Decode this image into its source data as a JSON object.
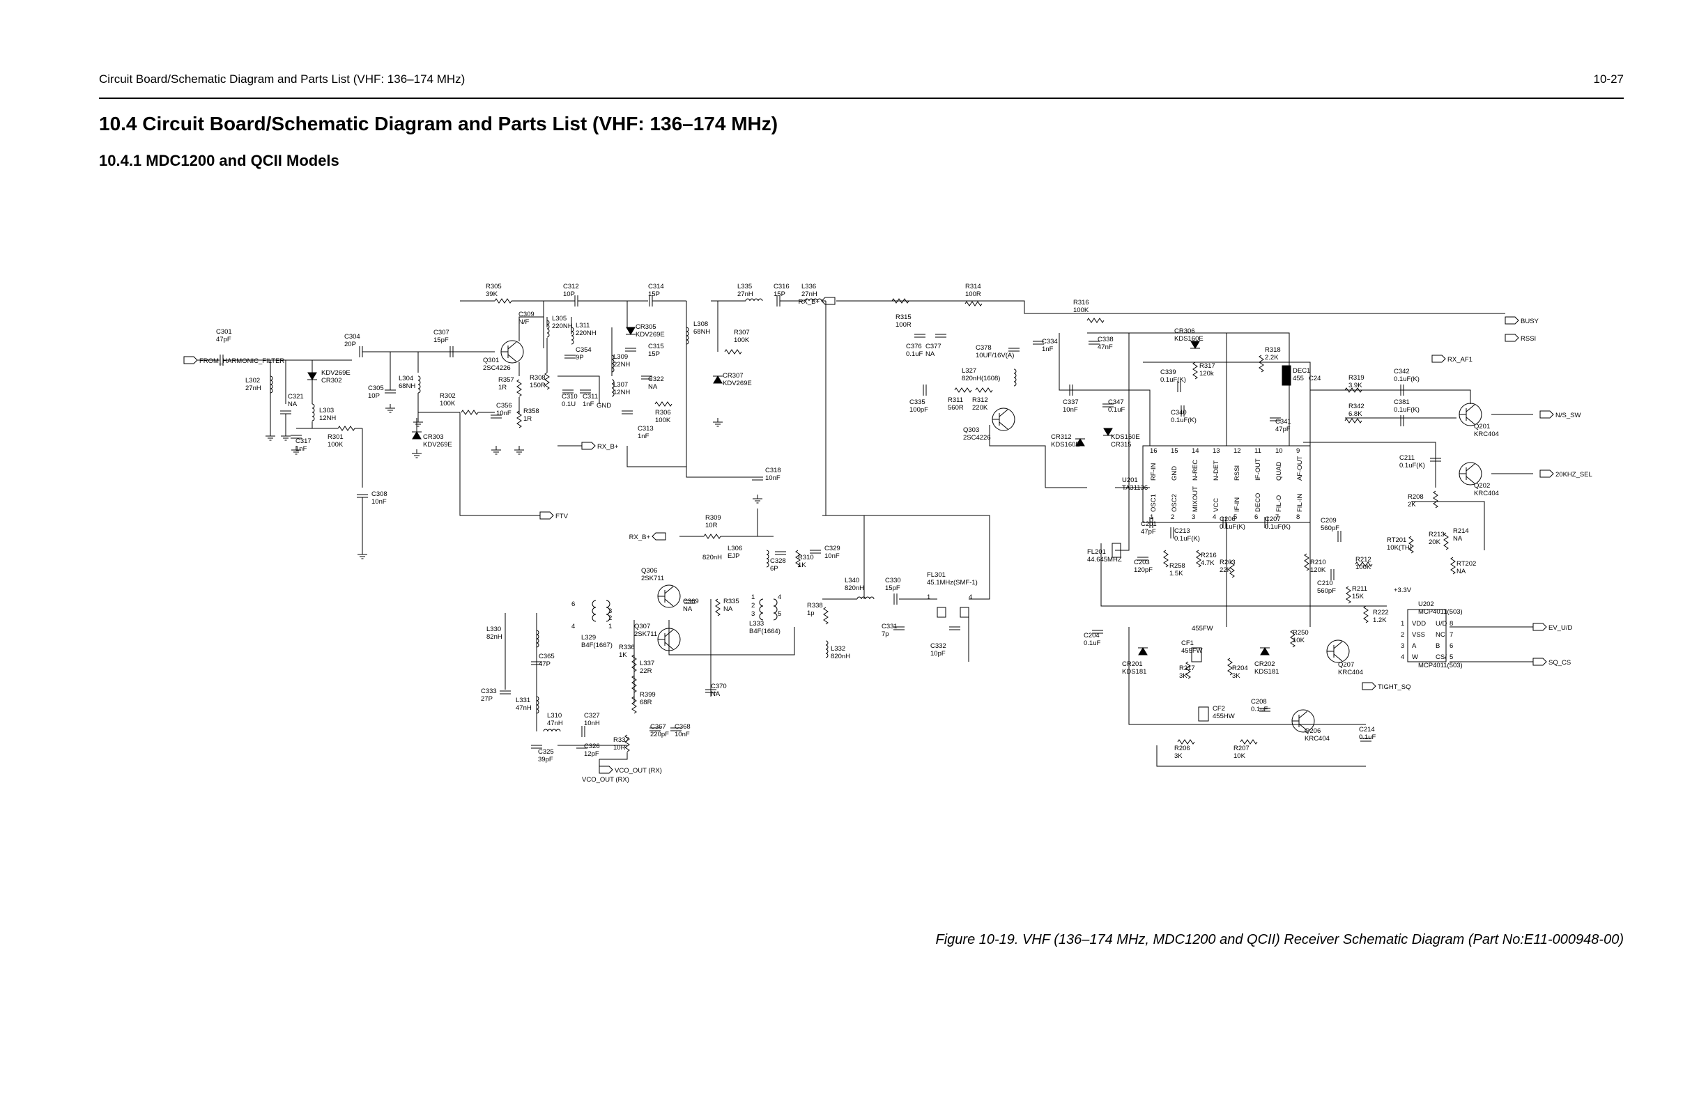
{
  "page": {
    "header_left": "Circuit Board/Schematic Diagram and Parts List (VHF: 136–174 MHz)",
    "header_right": "10-27",
    "section_title": "10.4  Circuit Board/Schematic Diagram and Parts List (VHF: 136–174 MHz)",
    "subsection_title": "10.4.1  MDC1200 and QCII Models",
    "caption": "Figure 10-19. VHF (136–174 MHz, MDC1200 and QCII) Receiver Schematic Diagram (Part No:E11-000948-00)"
  },
  "ports": {
    "from_harmonic_filter": "FROM_HARMONIC_FILTER",
    "rx_b1": "RX_B+",
    "rx_b2": "RX_B+",
    "rx_b3": "RX_B+",
    "ftv": "FTV",
    "vco_out": "VCO_OUT (RX)",
    "busy": "BUSY",
    "rssi": "RSSI",
    "rx_af1": "RX_AF1",
    "n_s_sw": "N/S_SW",
    "khz_sel": "20KHZ_SEL",
    "ev_ud": "EV_U/D",
    "sq_cs": "SQ_CS",
    "tight_sq": "TIGHT_SQ",
    "v33": "+3.3V"
  },
  "components": {
    "c301": [
      "C301",
      "47pF"
    ],
    "l302": [
      "L302",
      "27nH"
    ],
    "c321": [
      "C321",
      "NA"
    ],
    "cr302": [
      "KDV269E",
      "CR302"
    ],
    "l303": [
      "L303",
      "12NH"
    ],
    "c317": [
      "C317",
      "1nF"
    ],
    "r301": [
      "R301",
      "100K"
    ],
    "c304": [
      "C304",
      "20P"
    ],
    "c305": [
      "C305",
      "10P"
    ],
    "c308": [
      "C308",
      "10nF"
    ],
    "l304": [
      "L304",
      "68NH"
    ],
    "cr303": [
      "CR303",
      "KDV269E"
    ],
    "c307": [
      "C307",
      "15pF"
    ],
    "r302": [
      "R302",
      "100K"
    ],
    "r305": [
      "R305",
      "39K"
    ],
    "c309": [
      "C309",
      "N/F"
    ],
    "q301": [
      "Q301",
      "2SC4226"
    ],
    "r357": [
      "R357",
      "1R"
    ],
    "r358": [
      "R358",
      "1R"
    ],
    "c356": [
      "C356",
      "10nF"
    ],
    "l305": [
      "L305",
      "220NH"
    ],
    "r308": [
      "R308",
      "150R"
    ],
    "c312": [
      "C312",
      "10P"
    ],
    "l311": [
      "L311",
      "220NH"
    ],
    "c354": [
      "C354",
      "9P"
    ],
    "c310": [
      "C310",
      "0.1U"
    ],
    "c311": [
      "C311",
      "1nF"
    ],
    "gnd": [
      "GND"
    ],
    "c314": [
      "C314",
      "15P"
    ],
    "cr305": [
      "CR305",
      "KDV269E"
    ],
    "c315": [
      "C315",
      "15P"
    ],
    "l309": [
      "L309",
      "22NH"
    ],
    "l307": [
      "L307",
      "12NH"
    ],
    "c322": [
      "C322",
      "NA"
    ],
    "c313": [
      "C313",
      "1nF"
    ],
    "r306": [
      "R306",
      "100K"
    ],
    "l308": [
      "L308",
      "68NH"
    ],
    "l335": [
      "L335",
      "27nH"
    ],
    "c316": [
      "C316",
      "15P"
    ],
    "l336": [
      "L336",
      "27nH"
    ],
    "r307": [
      "R307",
      "100K"
    ],
    "cr307": [
      "CR307",
      "KDV269E"
    ],
    "c318": [
      "C318",
      "10nF"
    ],
    "r309": [
      "R309",
      "10R"
    ],
    "l306": [
      "L306",
      "EJP"
    ],
    "l306b": [
      "820nH"
    ],
    "c328": [
      "C328",
      "6P"
    ],
    "r310": [
      "R310",
      "1K"
    ],
    "c329": [
      "C329",
      "10nF"
    ],
    "q306": [
      "Q306",
      "2SK711"
    ],
    "c369": [
      "C369",
      "NA"
    ],
    "r335": [
      "R335",
      "NA"
    ],
    "q307": [
      "Q307",
      "2SK711"
    ],
    "l329": [
      "L329",
      "B4F(1667)"
    ],
    "l333": [
      "L333",
      "B4F(1664)"
    ],
    "r338": [
      "R338",
      "1p"
    ],
    "l332": [
      "L332",
      "820nH"
    ],
    "l340": [
      "L340",
      "820nH"
    ],
    "c330": [
      "C330",
      "15pF"
    ],
    "fl301": [
      "FL301",
      "45.1MHz(SMF-1)"
    ],
    "c331": [
      "C331",
      "7p"
    ],
    "c332": [
      "C332",
      "10pF"
    ],
    "r336": [
      "R336",
      "1K"
    ],
    "r337b": [
      "L337",
      "22R"
    ],
    "r399": [
      "R399",
      "68R"
    ],
    "c370": [
      "C370",
      "NA"
    ],
    "l330": [
      "L330",
      "82nH"
    ],
    "c365": [
      "C365",
      "47P"
    ],
    "c333": [
      "C333",
      "27P"
    ],
    "l331": [
      "L331",
      "47nH"
    ],
    "l310": [
      "L310",
      "47nH"
    ],
    "c327": [
      "C327",
      "10nH"
    ],
    "c325": [
      "C325",
      "39pF"
    ],
    "c326": [
      "C326",
      "12pF"
    ],
    "r337": [
      "R337",
      "10R"
    ],
    "c367": [
      "C367",
      "220pF"
    ],
    "c368": [
      "C368",
      "10nF"
    ],
    "r314": [
      "R314",
      "100R"
    ],
    "r315": [
      "R315",
      "100R"
    ],
    "c376": [
      "C376",
      "0.1uF"
    ],
    "c377": [
      "C377",
      "NA"
    ],
    "c378": [
      "C378",
      "10UF/16V(A)"
    ],
    "l327": [
      "L327",
      "820nH(1608)"
    ],
    "c335": [
      "C335",
      "100pF"
    ],
    "r311": [
      "R311",
      "560R"
    ],
    "r312": [
      "R312",
      "220K"
    ],
    "q303": [
      "Q303",
      "2SC4226"
    ],
    "c334": [
      "C334",
      "1nF"
    ],
    "r316": [
      "R316",
      "100K"
    ],
    "c338": [
      "C338",
      "47nF"
    ],
    "c337": [
      "C337",
      "10nF"
    ],
    "c347": [
      "C347",
      "0.1uF"
    ],
    "cr312": [
      "CR312",
      "KDS160E"
    ],
    "cr315": [
      "KDS160E",
      "CR315"
    ],
    "cr306": [
      "CR306",
      "KDS160E"
    ],
    "r317": [
      "R317",
      "120k"
    ],
    "c339": [
      "C339",
      "0.1uF(K)"
    ],
    "c340": [
      "C340",
      "0.1uF(K)"
    ],
    "r318": [
      "R318",
      "2.2K"
    ],
    "dec1": [
      "DEC1",
      "455"
    ],
    "c24": [
      "C24"
    ],
    "c341": [
      "C341",
      "47pF"
    ],
    "r319": [
      "R319",
      "3.9K"
    ],
    "r342": [
      "R342",
      "6.8K"
    ],
    "c342": [
      "C342",
      "0.1uF(K)"
    ],
    "c381": [
      "C381",
      "0.1uF(K)"
    ],
    "q201": [
      "Q201",
      "KRC404"
    ],
    "c211": [
      "C211",
      "0.1uF(K)"
    ],
    "q202": [
      "Q202",
      "KRC404"
    ],
    "r208": [
      "R208",
      "2K"
    ],
    "u201": [
      "U201",
      "TA31136"
    ],
    "c201": [
      "C201",
      "47pF"
    ],
    "c213": [
      "C213",
      "0.1uF(K)"
    ],
    "c206": [
      "C206",
      "0.1uF(K)"
    ],
    "c207": [
      "C207",
      "0.1uF(K)"
    ],
    "c209": [
      "C209",
      "560pF"
    ],
    "fl201": [
      "FL201",
      "44.645MHZ"
    ],
    "c203": [
      "C203",
      "120pF"
    ],
    "r258": [
      "R258",
      "1.5K"
    ],
    "r216": [
      "R216",
      "4.7K"
    ],
    "r203": [
      "R203",
      "22K"
    ],
    "r210": [
      "R210",
      "120K"
    ],
    "r212": [
      "R212",
      "100K"
    ],
    "c210": [
      "C210",
      "560pF"
    ],
    "r211": [
      "R211",
      "15K"
    ],
    "r222": [
      "R222",
      "1.2K"
    ],
    "rt201": [
      "RT201",
      "10K(TH)"
    ],
    "r213": [
      "R213",
      "20K"
    ],
    "r214": [
      "R214",
      "NA"
    ],
    "rt202": [
      "RT202",
      "NA"
    ],
    "u202": [
      "U202",
      "MCP4011(503)"
    ],
    "c204": [
      "C204",
      "0.1uF"
    ],
    "cf1": [
      "CF1",
      "455FW"
    ],
    "cr201": [
      "CR201",
      "KDS181"
    ],
    "r217": [
      "R217",
      "3K"
    ],
    "r204": [
      "R204",
      "3K"
    ],
    "cr202": [
      "CR202",
      "KDS181"
    ],
    "r250": [
      "R250",
      "10K"
    ],
    "q207": [
      "Q207",
      "KRC404"
    ],
    "cf2": [
      "CF2",
      "455HW"
    ],
    "c208": [
      "C208",
      "0.1uF"
    ],
    "q206": [
      "Q206",
      "KRC404"
    ],
    "r206": [
      "R206",
      "3K"
    ],
    "r207": [
      "R207",
      "10K"
    ],
    "c214": [
      "C214",
      "0.1uF"
    ]
  },
  "u201_pins": {
    "top": [
      {
        "num": "16",
        "name": "RF-IN"
      },
      {
        "num": "15",
        "name": "GND"
      },
      {
        "num": "14",
        "name": "N-REC"
      },
      {
        "num": "13",
        "name": "N-DET"
      },
      {
        "num": "12",
        "name": "RSSI"
      },
      {
        "num": "11",
        "name": "IF-OUT"
      },
      {
        "num": "10",
        "name": "QUAD"
      },
      {
        "num": "9",
        "name": "AF-OUT"
      }
    ],
    "bottom": [
      {
        "num": "1",
        "name": "OSC1"
      },
      {
        "num": "2",
        "name": "OSC2"
      },
      {
        "num": "3",
        "name": "MIXOUT"
      },
      {
        "num": "4",
        "name": "VCC"
      },
      {
        "num": "5",
        "name": "IF-IN"
      },
      {
        "num": "6",
        "name": "DECO"
      },
      {
        "num": "7",
        "name": "FIL-O"
      },
      {
        "num": "8",
        "name": "FIL-IN"
      }
    ]
  },
  "u202_pins": {
    "left": [
      {
        "num": "1",
        "name": "VDD"
      },
      {
        "num": "2",
        "name": "VSS"
      },
      {
        "num": "3",
        "name": "A"
      },
      {
        "num": "4",
        "name": "W"
      }
    ],
    "right": [
      {
        "num": "8",
        "name": "U/D"
      },
      {
        "num": "7",
        "name": "NC"
      },
      {
        "num": "6",
        "name": "B"
      },
      {
        "num": "5",
        "name": "CS/"
      }
    ]
  },
  "transformer_pins": {
    "l329": [
      "6",
      "3",
      "2",
      "1",
      "4"
    ],
    "l333": [
      "1",
      "4",
      "2",
      "3",
      "5"
    ]
  },
  "fl301_pins": [
    "1",
    "4"
  ]
}
